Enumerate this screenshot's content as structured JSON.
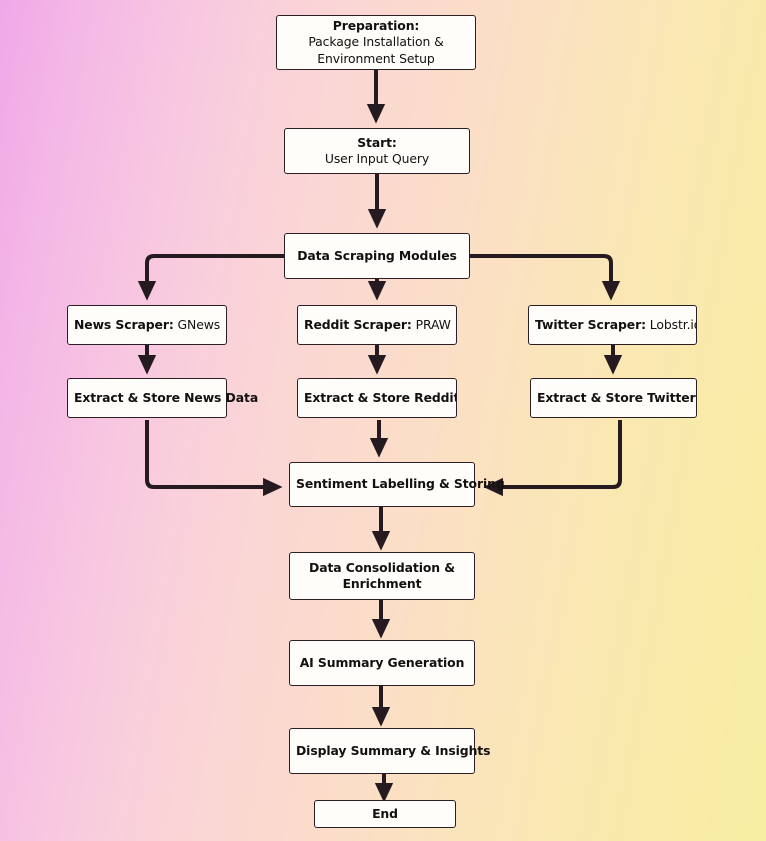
{
  "diagram": {
    "title": "Data Scraping & Sentiment Analysis Pipeline Flowchart",
    "theme": {
      "background_left": "#f0a8e8",
      "background_right": "#f7eda2",
      "node_fill": "#fffdfa",
      "node_stroke": "#2b1f26",
      "edge_color": "#241a20",
      "text_color": "#14100f"
    },
    "nodes": [
      {
        "id": "preparation",
        "bold": "Preparation:",
        "lines": [
          "Package Installation &",
          "Environment Setup"
        ]
      },
      {
        "id": "start",
        "bold": "Start:",
        "lines": [
          "User Input Query"
        ]
      },
      {
        "id": "data-scraping-modules",
        "bold": "Data Scraping Modules",
        "lines": []
      },
      {
        "id": "news-scraper",
        "bold": "News Scraper:",
        "sub": " GNews"
      },
      {
        "id": "reddit-scraper",
        "bold": "Reddit Scraper:",
        "sub": " PRAW"
      },
      {
        "id": "twitter-scraper",
        "bold": "Twitter Scraper:",
        "sub": " Lobstr.io API"
      },
      {
        "id": "extract-news",
        "bold": "Extract & Store News Data",
        "lines": []
      },
      {
        "id": "extract-reddit",
        "bold": "Extract & Store Reddit Data",
        "lines": []
      },
      {
        "id": "extract-twitter",
        "bold": "Extract & Store Twitter Data",
        "lines": []
      },
      {
        "id": "sentiment-labelling",
        "bold": "Sentiment Labelling & Storing",
        "lines": []
      },
      {
        "id": "data-consolidation",
        "bold": "Data Consolidation &",
        "lines": [
          "Enrichment"
        ]
      },
      {
        "id": "ai-summary",
        "bold": "AI Summary Generation",
        "lines": []
      },
      {
        "id": "display-summary",
        "bold": "Display Summary & Insights",
        "lines": []
      },
      {
        "id": "end",
        "bold": "End",
        "lines": []
      }
    ],
    "labels": {
      "preparation_bold": "Preparation:",
      "preparation_l1": "Package Installation &",
      "preparation_l2": "Environment Setup",
      "start_bold": "Start:",
      "start_l1": "User Input Query",
      "scraping_modules": "Data Scraping Modules",
      "news_scraper_bold": "News Scraper:",
      "news_scraper_sub": "GNews",
      "reddit_scraper_bold": "Reddit Scraper:",
      "reddit_scraper_sub": "PRAW",
      "twitter_scraper_bold": "Twitter Scraper:",
      "twitter_scraper_sub": "Lobstr.io API",
      "extract_news": "Extract & Store News Data",
      "extract_reddit": "Extract & Store Reddit Data",
      "extract_twitter": "Extract & Store Twitter Data",
      "sentiment": "Sentiment Labelling & Storing",
      "consolidation_l1": "Data Consolidation &",
      "consolidation_l2": "Enrichment",
      "ai_summary": "AI Summary Generation",
      "display_summary": "Display Summary & Insights",
      "end": "End"
    },
    "edges": [
      {
        "from": "preparation",
        "to": "start"
      },
      {
        "from": "start",
        "to": "data-scraping-modules"
      },
      {
        "from": "data-scraping-modules",
        "to": "news-scraper"
      },
      {
        "from": "data-scraping-modules",
        "to": "reddit-scraper"
      },
      {
        "from": "data-scraping-modules",
        "to": "twitter-scraper"
      },
      {
        "from": "news-scraper",
        "to": "extract-news"
      },
      {
        "from": "reddit-scraper",
        "to": "extract-reddit"
      },
      {
        "from": "twitter-scraper",
        "to": "extract-twitter"
      },
      {
        "from": "extract-news",
        "to": "sentiment-labelling"
      },
      {
        "from": "extract-reddit",
        "to": "sentiment-labelling"
      },
      {
        "from": "extract-twitter",
        "to": "sentiment-labelling"
      },
      {
        "from": "sentiment-labelling",
        "to": "data-consolidation"
      },
      {
        "from": "data-consolidation",
        "to": "ai-summary"
      },
      {
        "from": "ai-summary",
        "to": "display-summary"
      },
      {
        "from": "display-summary",
        "to": "end"
      }
    ]
  }
}
